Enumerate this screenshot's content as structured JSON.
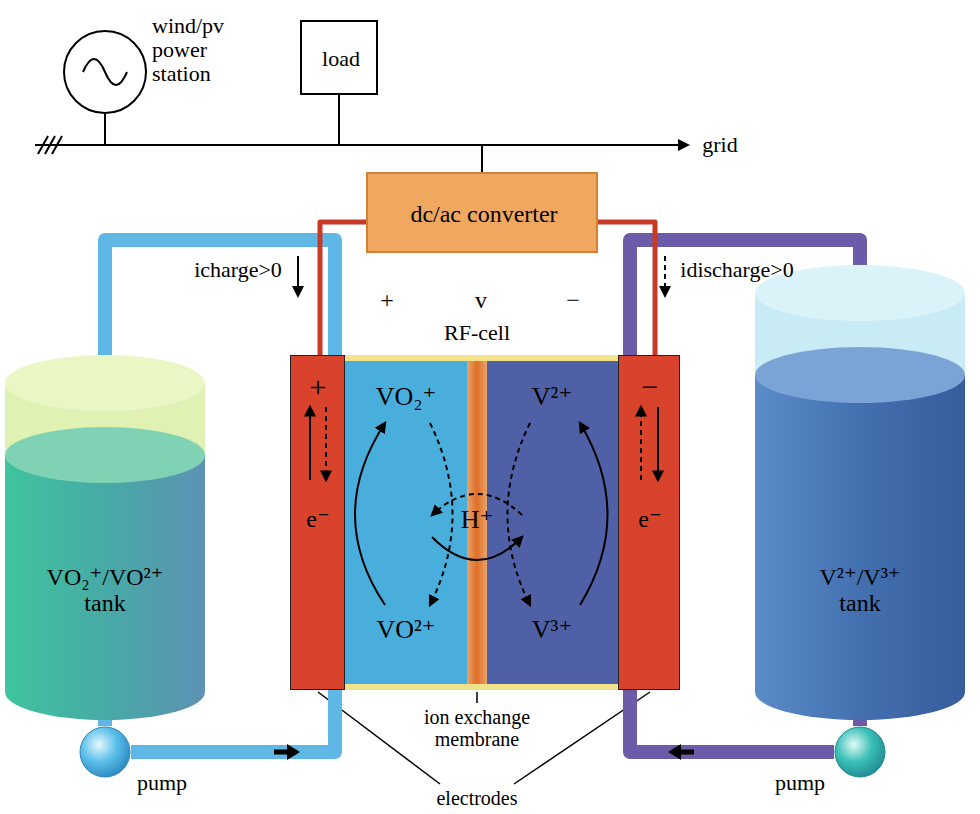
{
  "diagram": {
    "nodes": [
      {
        "text": [
          "wind/pv power station"
        ]
      },
      {
        "text": [
          "load"
        ]
      },
      {
        "text": [
          "dc/ac converter"
        ]
      },
      {
        "text": [
          "VO₂⁺/VO²⁺ tank"
        ]
      },
      {
        "text": [
          "RF-cell"
        ]
      },
      {
        "text": [
          "+",
          "e⁻"
        ],
        "in": 4
      },
      {
        "text": [
          "VO₂⁺",
          "VO²⁺"
        ],
        "in": 4
      },
      {
        "text": [
          "V²⁺",
          "V³⁺"
        ],
        "in": 4
      },
      {
        "text": [
          "−",
          "e⁻"
        ],
        "in": 4
      },
      {
        "text": [
          "V²⁺/V³⁺ tank"
        ]
      },
      {
        "text": [
          "pump"
        ]
      },
      {
        "text": [
          "pump"
        ]
      }
    ],
    "edges": [
      {
        "from": 0,
        "to": 2,
        "arrow": "none"
      },
      {
        "from": 1,
        "to": 2,
        "arrow": "none"
      },
      {
        "from": 2,
        "to": 5,
        "arrow": "none"
      },
      {
        "from": 2,
        "to": 8,
        "arrow": "none"
      },
      {
        "from": 3,
        "to": 5,
        "arrow": "none"
      },
      {
        "from": 3,
        "to": 10,
        "arrow": "none"
      },
      {
        "from": 10,
        "to": 5,
        "arrow": "to"
      },
      {
        "from": 9,
        "to": 8,
        "arrow": "none"
      },
      {
        "from": 9,
        "to": 11,
        "arrow": "none"
      },
      {
        "from": 11,
        "to": 8,
        "arrow": "to"
      }
    ],
    "labels": [
      "grid",
      "icharge>0",
      "idischarge>0",
      "+",
      "v",
      "−",
      "H⁺",
      "ion exchange membrane",
      "electrodes"
    ]
  }
}
